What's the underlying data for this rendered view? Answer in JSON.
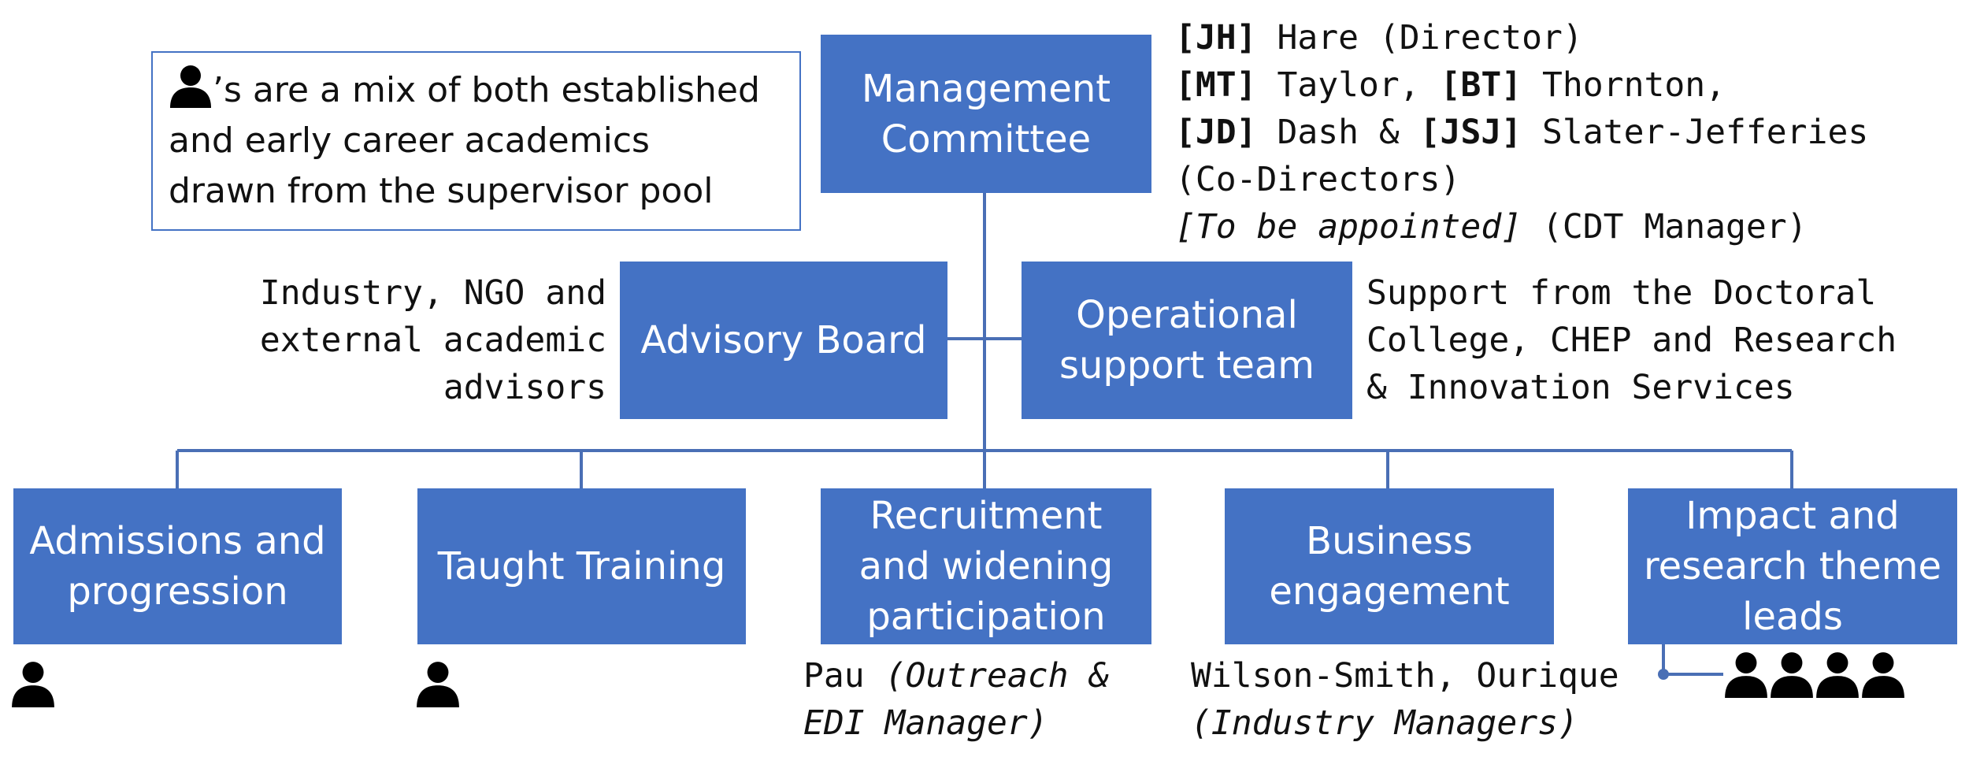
{
  "note": {
    "line1_suffix": "’s are a mix of both established",
    "line2": "and early career academics",
    "line3": "drawn from the supervisor pool"
  },
  "management_committee": {
    "line1": "Management",
    "line2": "Committee"
  },
  "directors": {
    "jh_tag": "[JH]",
    "jh_text": " Hare (Director)",
    "mt_tag": "[MT]",
    "mt_text": " Taylor, ",
    "bt_tag": "[BT]",
    "bt_text": " Thornton,",
    "jd_tag": "[JD]",
    "jd_text": " Dash & ",
    "jsj_tag": "[JSJ]",
    "jsj_text": " Slater-Jefferies",
    "co_directors": "(Co-Directors)",
    "to_be_appointed": "[To be appointed]",
    "cdt_manager": " (CDT Manager)"
  },
  "advisory_board": {
    "label": "Advisory Board"
  },
  "advisory_desc": {
    "line1": "Industry, NGO and",
    "line2": "external academic",
    "line3": "advisors"
  },
  "operational": {
    "line1": "Operational",
    "line2": "support team"
  },
  "operational_desc": {
    "line1": "Support from the Doctoral",
    "line2": "College, CHEP and Research",
    "line3": "& Innovation Services"
  },
  "admissions": {
    "line1": "Admissions and",
    "line2": "progression"
  },
  "taught": {
    "label": "Taught Training"
  },
  "recruitment": {
    "line1": "Recruitment",
    "line2": "and widening",
    "line3": "participation"
  },
  "business": {
    "line1": "Business",
    "line2": "engagement"
  },
  "impact": {
    "line1": "Impact and",
    "line2": "research theme",
    "line3": "leads"
  },
  "recruitment_staff": {
    "name": "Pau ",
    "role1": "(Outreach &",
    "role2": "EDI Manager)"
  },
  "business_staff": {
    "names": "Wilson-Smith, Ourique",
    "role": "(Industry Managers)"
  },
  "colors": {
    "box_fill": "#4472c4",
    "box_text": "#ffffff",
    "connector": "#4a6fb5",
    "person_icon": "#000000"
  },
  "icons": {
    "person": "person-icon"
  }
}
